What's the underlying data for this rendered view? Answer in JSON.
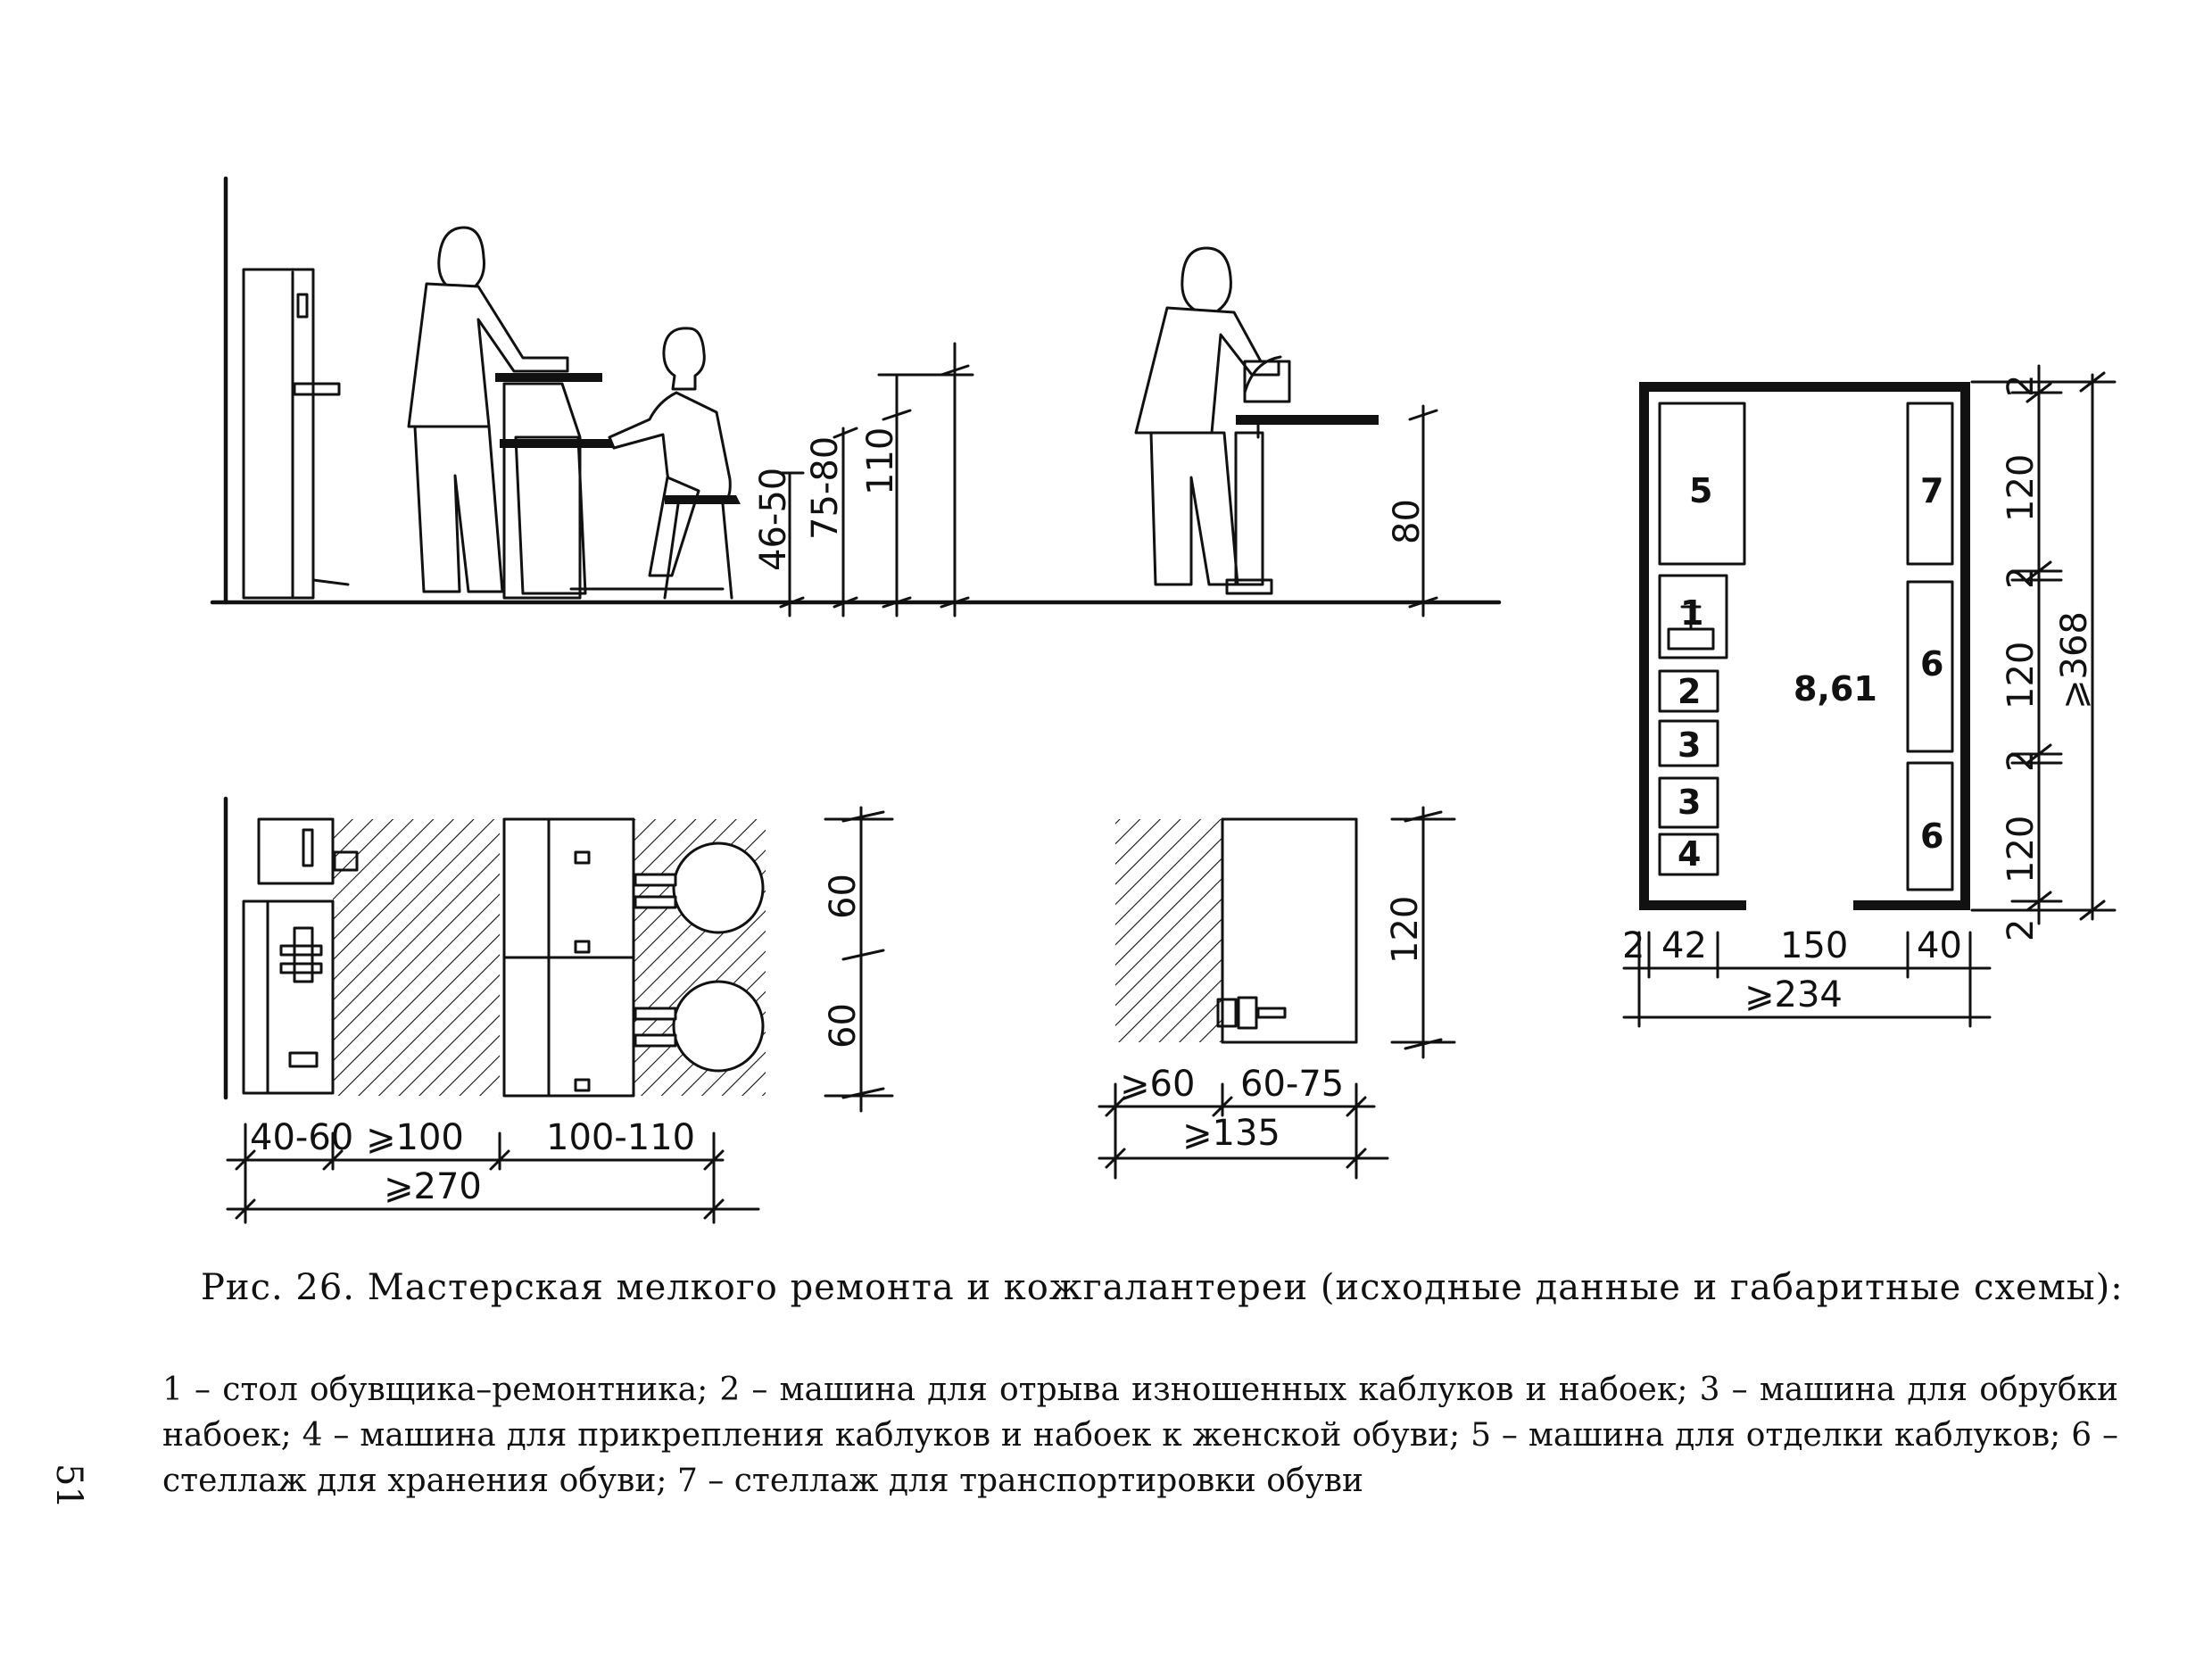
{
  "side_elevation": {
    "dims": [
      "46-50",
      "75-80",
      "110",
      "80"
    ]
  },
  "plan_workbench": {
    "dims_vertical": [
      "60",
      "60"
    ],
    "dims_horizontal": [
      "40-60",
      "⩾100",
      "100-110"
    ],
    "total": "⩾270"
  },
  "plan_machine": {
    "dims_vertical": [
      "120"
    ],
    "dims_horizontal": [
      "⩾60",
      "60-75"
    ],
    "total": "⩾135"
  },
  "room_plan": {
    "area": "8,61",
    "equipment_labels": [
      "5",
      "1",
      "2",
      "3",
      "3",
      "4",
      "7",
      "6",
      "6"
    ],
    "dims_vertical": [
      "2",
      "120",
      "2",
      "120",
      "2",
      "120",
      "2"
    ],
    "total_vertical": "⩾368",
    "dims_horizontal": [
      "2",
      "42",
      "150",
      "40"
    ],
    "total_horizontal": "⩾234"
  },
  "caption": "Рис. 26. Мастерская мелкого ремонта и кожгалантереи (исходные данные и габаритные схемы):",
  "legend": "1 – стол обувщика–ремонтника; 2 – машина для отрыва изношенных каблуков и набоек; 3 – машина для обрубки набоек; 4 – машина для прикрепления каблуков и набоек к женской обуви; 5 – машина для отделки каблуков; 6 – стеллаж для хранения обуви; 7 – стеллаж для транспортировки обуви",
  "page_number": "51"
}
